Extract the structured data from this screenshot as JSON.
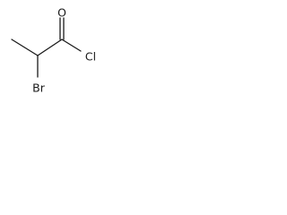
{
  "molecule": {
    "atoms": {
      "oxygen": "O",
      "chlorine": "Cl",
      "bromine": "Br"
    },
    "line_color": "#1a1a1a",
    "background": "#ffffff"
  }
}
